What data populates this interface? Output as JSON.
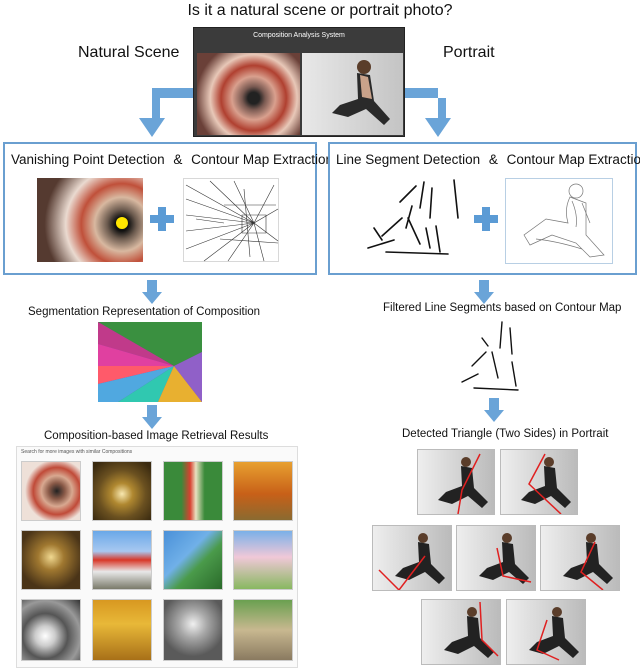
{
  "question": "Is it a natural scene or portrait photo?",
  "branches": {
    "left": "Natural Scene",
    "right": "Portrait"
  },
  "system_window": {
    "title": "Composition Analysis System"
  },
  "left_flow": {
    "step1": {
      "a": "Vanishing Point Detection",
      "amp": "&",
      "b": "Contour Map Extraction"
    },
    "step2": "Segmentation Representation of Composition",
    "step3": "Composition-based Image Retrieval Results",
    "retrieval_header": "Search for more images with similar Compositions"
  },
  "right_flow": {
    "step1": {
      "a": "Line Segment Detection",
      "amp": "&",
      "b": "Contour Map Extraction"
    },
    "step2": "Filtered Line Segments based on Contour Map",
    "step3": "Detected Triangle (Two Sides) in Portrait"
  },
  "colors": {
    "arrow": "#6aa4d8",
    "panel_border": "#6a9fd0",
    "plus": "#5b9bd5",
    "triangle_line": "#e02020"
  }
}
